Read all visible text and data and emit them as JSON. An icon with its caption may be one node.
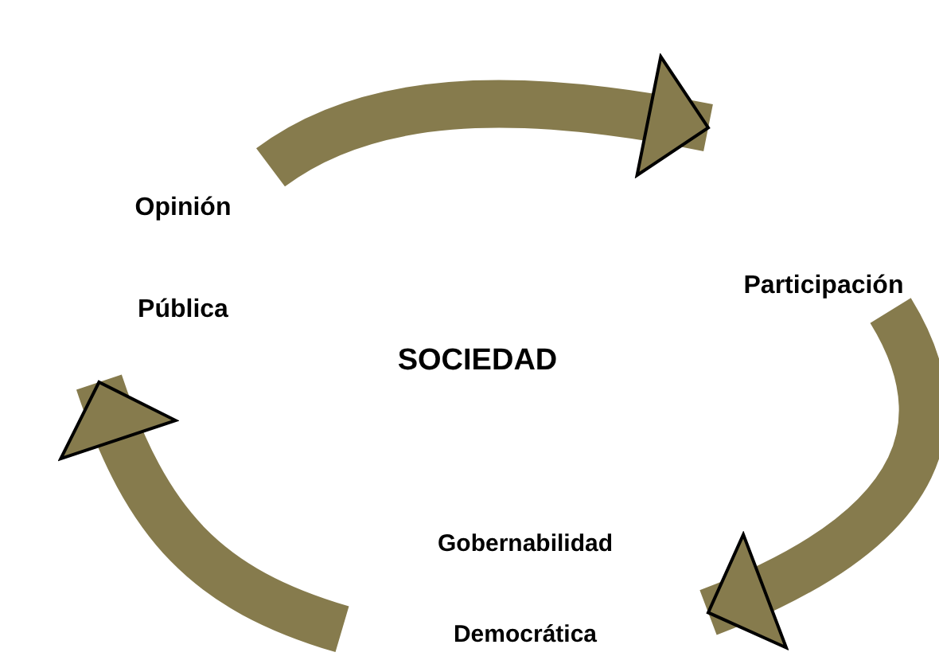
{
  "diagram": {
    "nodes": [
      {
        "text": [
          "Opinión Pública"
        ]
      },
      {
        "text": [
          "Participación"
        ]
      },
      {
        "text": [
          "SOCIEDAD"
        ]
      },
      {
        "text": [
          "Gobernabilidad Democrática"
        ]
      }
    ],
    "edges": [
      {
        "from": 0,
        "to": 1,
        "arrow": "to"
      },
      {
        "from": 1,
        "to": 3,
        "arrow": "to"
      },
      {
        "from": 3,
        "to": 0,
        "arrow": "to"
      }
    ]
  }
}
